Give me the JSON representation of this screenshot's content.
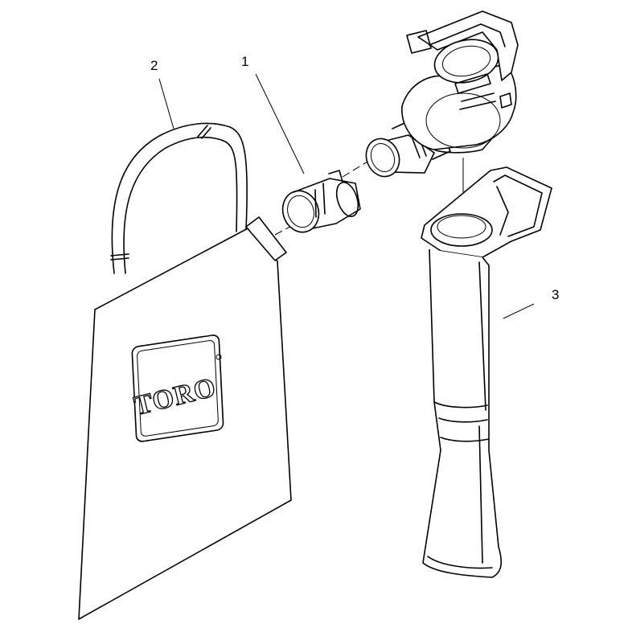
{
  "callouts": {
    "c1": "1",
    "c2": "2",
    "c3": "3"
  },
  "logo_text": "TORO",
  "colors": {
    "line": "#000000",
    "background": "#ffffff"
  },
  "parts": [
    {
      "callout": "1",
      "name": "bag-adapter"
    },
    {
      "callout": "2",
      "name": "collection-bag"
    },
    {
      "callout": "3",
      "name": "vacuum-tube"
    }
  ]
}
